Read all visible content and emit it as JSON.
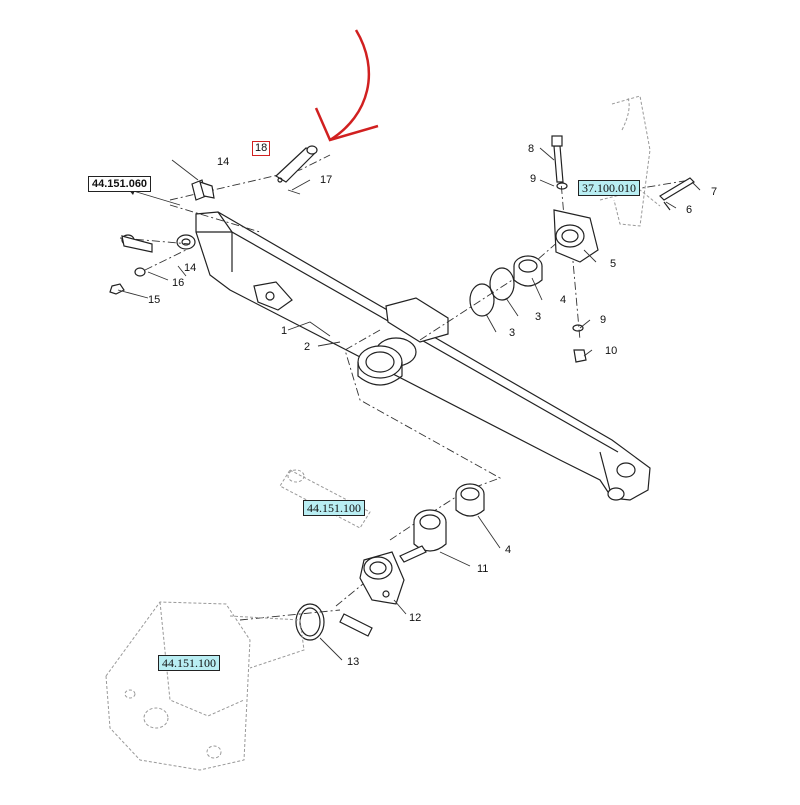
{
  "references": {
    "top_left_plain": "44.151.060",
    "link_right": "37.100.010",
    "link_cylinder": "44.151.100",
    "link_frame": "44.151.100"
  },
  "highlighted_part": "18",
  "labels": {
    "p1": "1",
    "p2": "2",
    "p3a": "3",
    "p3b": "3",
    "p4a": "4",
    "p4b": "4",
    "p5": "5",
    "p6": "6",
    "p7": "7",
    "p8": "8",
    "p9a": "9",
    "p9b": "9",
    "p10": "10",
    "p11": "11",
    "p12": "12",
    "p13": "13",
    "p14a": "14",
    "p14b": "14",
    "p15": "15",
    "p16": "16",
    "p17": "17"
  },
  "colors": {
    "highlight": "#d12020",
    "link_bg": "#b9eef3"
  }
}
